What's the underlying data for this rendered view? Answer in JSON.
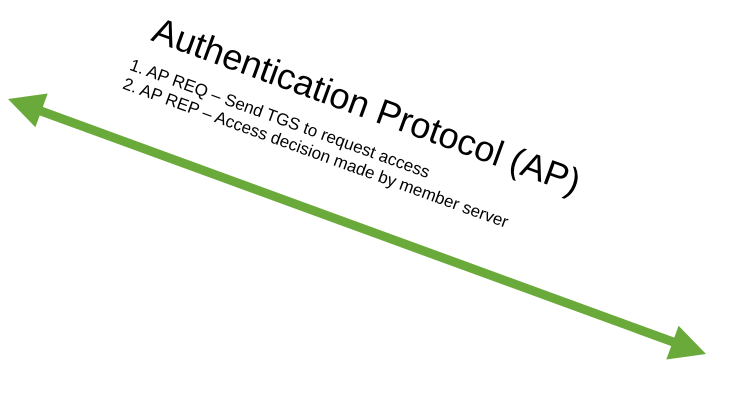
{
  "title": "Authentication Protocol (AP)",
  "steps": [
    "1. AP REQ – Send TGS to request access",
    "2. AP REP – Access decision made by member server"
  ],
  "arrow": {
    "color": "#6aaa3a",
    "direction": "bidirectional"
  }
}
